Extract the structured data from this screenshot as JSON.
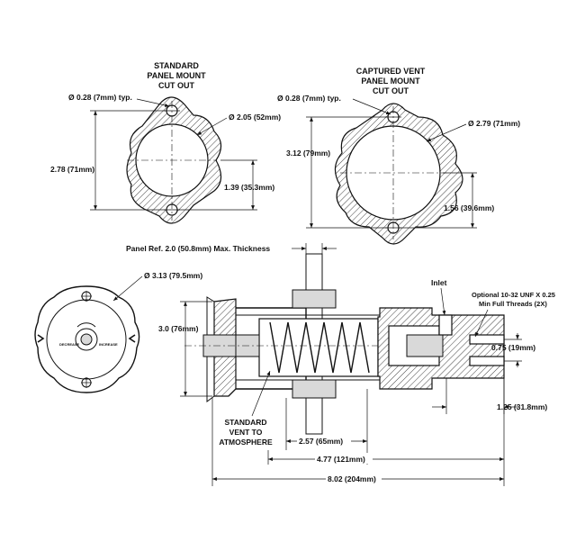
{
  "cutout_standard": {
    "title": [
      "STANDARD",
      "PANEL MOUNT",
      "CUT OUT"
    ],
    "hole_dia": "Ø 0.28 (7mm) typ.",
    "bore_dia": "Ø 2.05 (52mm)",
    "height": "2.78 (71mm)",
    "half_height": "1.39 (35.3mm)"
  },
  "cutout_captured": {
    "title": [
      "CAPTURED VENT",
      "PANEL MOUNT",
      "CUT OUT"
    ],
    "hole_dia": "Ø 0.28 (7mm) typ.",
    "bore_dia": "Ø 2.79 (71mm)",
    "height": "3.12 (79mm)",
    "half_height": "1.56 (39.6mm)"
  },
  "knob_view": {
    "dia": "Ø 3.13 (79.5mm)",
    "left_mark": "DECREASE",
    "right_mark": "INCREASE"
  },
  "section_view": {
    "panel_ref": "Panel Ref. 2.0 (50.8mm) Max. Thickness",
    "inlet": "Inlet",
    "port_note": [
      "Optional 10-32 UNF X 0.25",
      "Min Full Threads (2X)"
    ],
    "body_height": "3.0 (76mm)",
    "port_spacing": "0.75 (19mm)",
    "port_offset": "1.25 (31.8mm)",
    "vent": [
      "STANDARD",
      "VENT TO",
      "ATMOSPHERE"
    ],
    "dim_a": "2.57 (65mm)",
    "dim_b": "4.77 (121mm)",
    "dim_c": "8.02 (204mm)"
  }
}
